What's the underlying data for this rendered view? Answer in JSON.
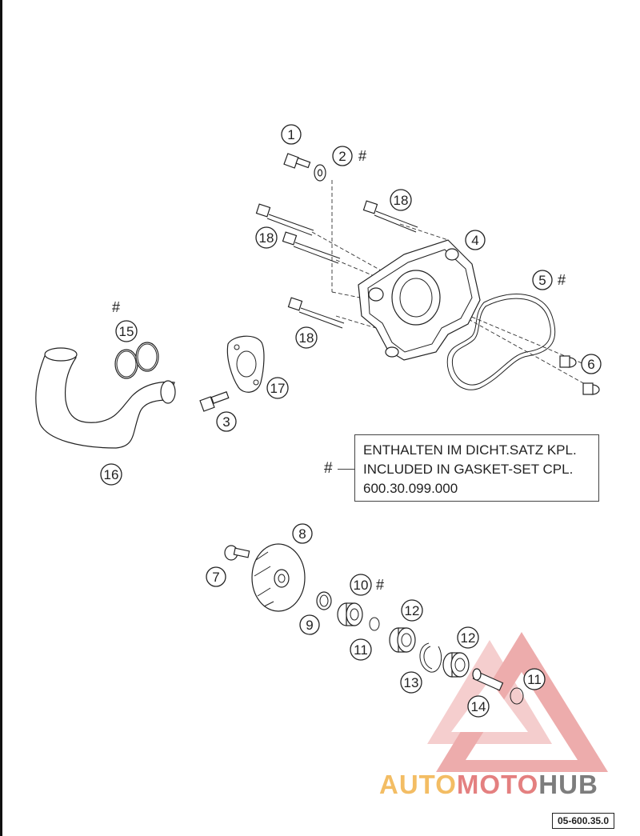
{
  "diagram": {
    "callouts": [
      {
        "id": "1",
        "label": "1"
      },
      {
        "id": "2",
        "label": "2"
      },
      {
        "id": "3",
        "label": "3"
      },
      {
        "id": "4",
        "label": "4"
      },
      {
        "id": "5",
        "label": "5"
      },
      {
        "id": "6",
        "label": "6"
      },
      {
        "id": "7",
        "label": "7"
      },
      {
        "id": "8",
        "label": "8"
      },
      {
        "id": "9",
        "label": "9"
      },
      {
        "id": "10",
        "label": "10"
      },
      {
        "id": "11a",
        "label": "11"
      },
      {
        "id": "11b",
        "label": "11"
      },
      {
        "id": "12a",
        "label": "12"
      },
      {
        "id": "12b",
        "label": "12"
      },
      {
        "id": "13",
        "label": "13"
      },
      {
        "id": "14",
        "label": "14"
      },
      {
        "id": "15",
        "label": "15"
      },
      {
        "id": "16",
        "label": "16"
      },
      {
        "id": "17",
        "label": "17"
      },
      {
        "id": "18a",
        "label": "18"
      },
      {
        "id": "18b",
        "label": "18"
      },
      {
        "id": "18c",
        "label": "18"
      }
    ],
    "hash_symbol": "#"
  },
  "note": {
    "marker": "#",
    "lines": [
      "ENTHALTEN IM DICHT.SATZ KPL.",
      "INCLUDED IN GASKET-SET CPL.",
      "600.30.099.000"
    ]
  },
  "watermark": {
    "part1": "AUTO",
    "part2": "MOTO",
    "part3": "HUB"
  },
  "drawing_number": "05-600.35.0",
  "colors": {
    "watermark_red": "#e06a6a",
    "watermark_orange": "#f2b24a",
    "watermark_gray": "#6f6f6f",
    "ink": "#222222"
  }
}
